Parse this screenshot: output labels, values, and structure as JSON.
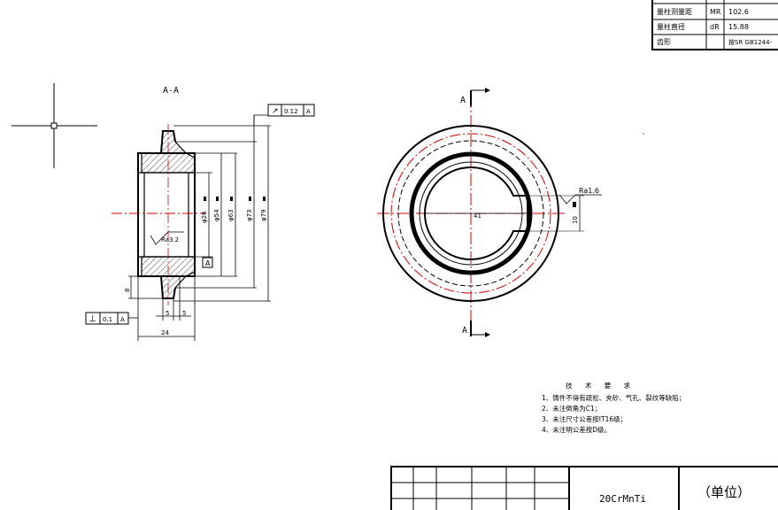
{
  "params_table": {
    "rows": [
      {
        "name": "量柱测量距",
        "symbol": "MR",
        "value": "102.6"
      },
      {
        "name": "量柱直径",
        "symbol": "dR",
        "value": "15.88"
      },
      {
        "name": "齿形",
        "symbol": "",
        "value": "按SR GB1244-"
      }
    ]
  },
  "section_label": "A-A",
  "view_marks": {
    "top": "A",
    "bottom": "A"
  },
  "gdt": {
    "runout": {
      "symbol": "↗",
      "value": "0.12",
      "datum": "A"
    },
    "perpendicularity": {
      "symbol": "⊥",
      "value": "0.1",
      "datum": "A"
    },
    "datum_box": "A"
  },
  "roughness": {
    "section": "Ra3.2",
    "keyway": "Ra1.6"
  },
  "dimensions": {
    "d26": "φ26",
    "d54": "φ54",
    "d63": "φ63",
    "d73": "φ73",
    "d79": "φ79",
    "eight": "8",
    "five_a": "5",
    "five_b": "5",
    "twentyfour": "24",
    "bore_width": "41",
    "key_width": "10"
  },
  "tech_requirements": {
    "title": "技 术 要 求",
    "items": [
      "1、铸件不得有疏松、夹砂、气孔、裂纹等缺陷；",
      "2、未注倒角为C1；",
      "3、未注尺寸公差按IT16级；",
      "4、未注明公差按D级。"
    ]
  },
  "title_block": {
    "material": "20CrMnTi",
    "unit": "（单位）"
  }
}
